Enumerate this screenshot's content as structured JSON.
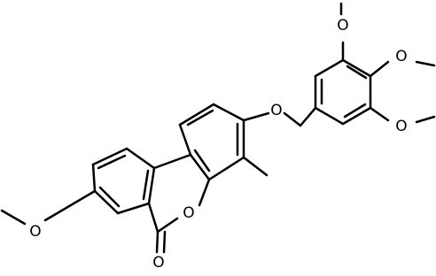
{
  "molecule": {
    "atom_labels": {
      "ether_o": "O",
      "ring_o": "O",
      "carbonyl_o": "O",
      "methoxy_left_o": "O",
      "methoxy_top_o": "O",
      "methoxy_mid_o": "O",
      "methoxy_bottom_o": "O"
    }
  }
}
